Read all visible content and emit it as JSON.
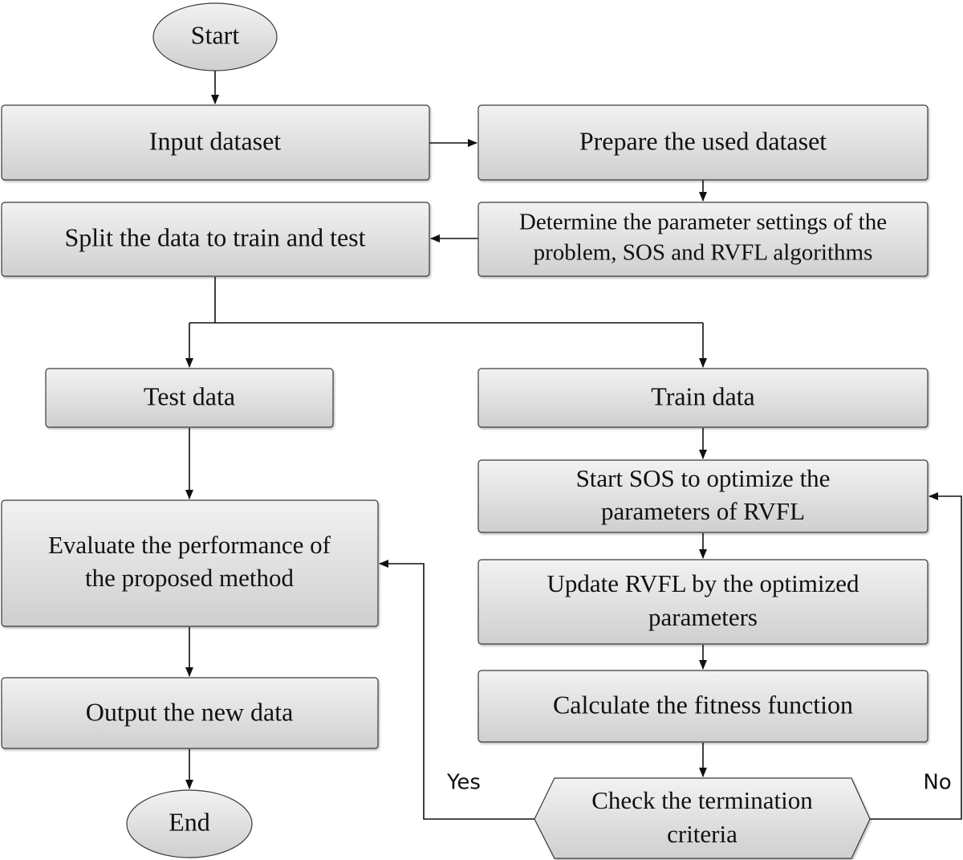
{
  "nodes": {
    "start": "Start",
    "input": "Input dataset",
    "prepare": "Prepare the used dataset",
    "determine": [
      "Determine the parameter settings of the",
      "problem, SOS and RVFL algorithms"
    ],
    "split": "Split the data to train and test",
    "test": "Test data",
    "train": "Train data",
    "start_sos": [
      "Start SOS to optimize the",
      "parameters of RVFL"
    ],
    "evaluate": [
      "Evaluate the performance of",
      "the proposed method"
    ],
    "update": [
      "Update RVFL by the optimized",
      "parameters"
    ],
    "calculate": "Calculate the fitness function",
    "output": "Output the new data",
    "check": [
      "Check the termination",
      "criteria"
    ],
    "end": "End"
  },
  "edge_labels": {
    "yes": "Yes",
    "no": "No"
  },
  "colors": {
    "box_top": "#f2f2f2",
    "box_bottom": "#cfcfcf",
    "border": "#3a3a3a",
    "line": "#111111"
  }
}
